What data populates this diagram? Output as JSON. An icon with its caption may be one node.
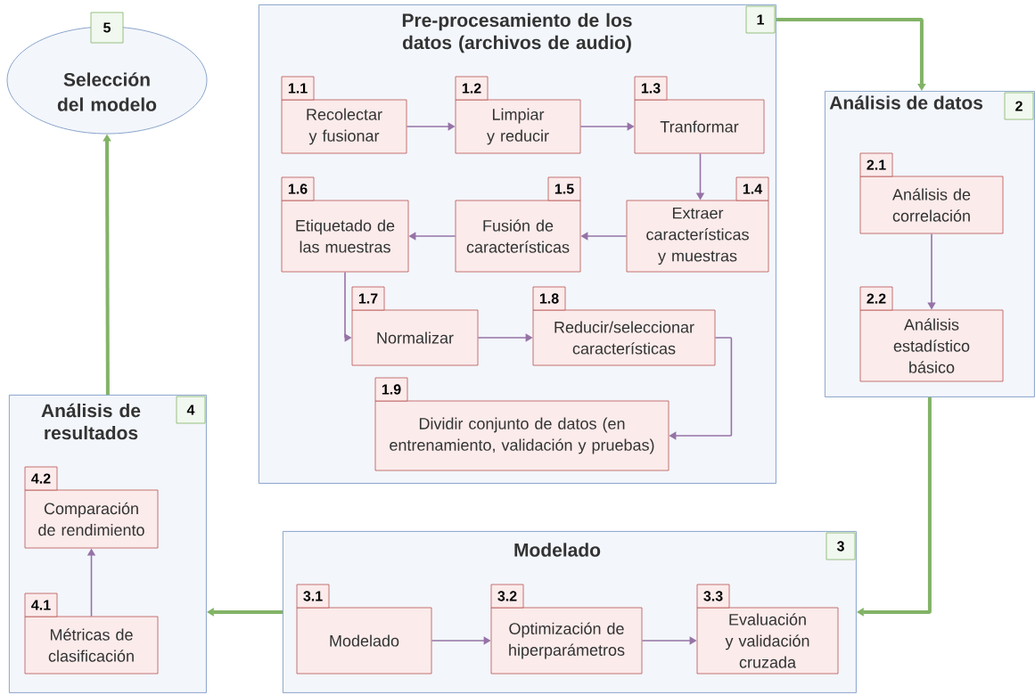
{
  "diagram": {
    "nodes": [
      {
        "text": [
          "Pre-procesamiento de los datos (archivos de audio)",
          "1"
        ]
      },
      {
        "text": [
          "1.1",
          "Recolectar y fusionar"
        ],
        "in": 0
      },
      {
        "text": [
          "1.2",
          "Limpiar y reducir"
        ],
        "in": 0
      },
      {
        "text": [
          "1.3",
          "Tranformar"
        ],
        "in": 0
      },
      {
        "text": [
          "1.4",
          "Extraer características y muestras"
        ],
        "in": 0
      },
      {
        "text": [
          "1.5",
          "Fusión de características"
        ],
        "in": 0
      },
      {
        "text": [
          "1.6",
          "Etiquetado de las muestras"
        ],
        "in": 0
      },
      {
        "text": [
          "1.7",
          "Normalizar"
        ],
        "in": 0
      },
      {
        "text": [
          "1.8",
          "Reducir/seleccionar características"
        ],
        "in": 0
      },
      {
        "text": [
          "1.9",
          "Dividir conjunto de datos (en entrenamiento, validación y pruebas)"
        ],
        "in": 0
      },
      {
        "text": [
          "Análisis de datos",
          "2"
        ]
      },
      {
        "text": [
          "2.1",
          "Análisis de correlación"
        ],
        "in": 10
      },
      {
        "text": [
          "2.2",
          "Análisis estadístico básico"
        ],
        "in": 10
      },
      {
        "text": [
          "Modelado",
          "3"
        ]
      },
      {
        "text": [
          "3.1",
          "Modelado"
        ],
        "in": 13
      },
      {
        "text": [
          "3.2",
          "Optimización de hiperparámetros"
        ],
        "in": 13
      },
      {
        "text": [
          "3.3",
          "Evaluación y validación cruzada"
        ],
        "in": 13
      },
      {
        "text": [
          "Análisis de resultados",
          "4"
        ]
      },
      {
        "text": [
          "4.1",
          "Métricas de clasificación"
        ],
        "in": 17
      },
      {
        "text": [
          "4.2",
          "Comparación de rendimiento"
        ],
        "in": 17
      },
      {
        "text": [
          "5",
          "Selección del modelo"
        ]
      }
    ],
    "edges": [
      {
        "from": 0,
        "to": 10,
        "arrow": "to",
        "style": "thick",
        "color": "#82b366"
      },
      {
        "from": 10,
        "to": 13,
        "arrow": "to",
        "style": "thick",
        "color": "#82b366"
      },
      {
        "from": 13,
        "to": 17,
        "arrow": "to",
        "style": "thick",
        "color": "#82b366"
      },
      {
        "from": 17,
        "to": 20,
        "arrow": "to",
        "style": "thick",
        "color": "#82b366"
      },
      {
        "from": 1,
        "to": 2,
        "arrow": "to"
      },
      {
        "from": 2,
        "to": 3,
        "arrow": "to"
      },
      {
        "from": 3,
        "to": 4,
        "arrow": "to"
      },
      {
        "from": 4,
        "to": 5,
        "arrow": "to"
      },
      {
        "from": 5,
        "to": 6,
        "arrow": "to"
      },
      {
        "from": 6,
        "to": 7,
        "arrow": "to"
      },
      {
        "from": 7,
        "to": 8,
        "arrow": "to"
      },
      {
        "from": 8,
        "to": 9,
        "arrow": "to"
      },
      {
        "from": 11,
        "to": 12,
        "arrow": "to"
      },
      {
        "from": 14,
        "to": 15,
        "arrow": "to"
      },
      {
        "from": 15,
        "to": 16,
        "arrow": "to"
      },
      {
        "from": 18,
        "to": 19,
        "arrow": "to"
      }
    ]
  }
}
